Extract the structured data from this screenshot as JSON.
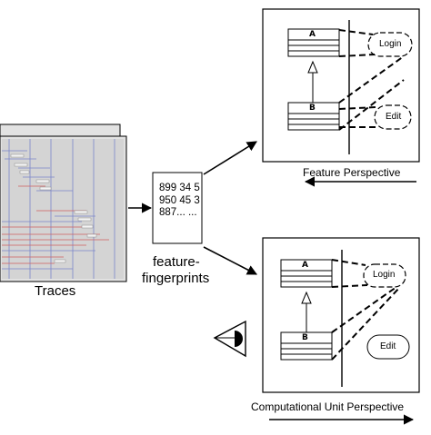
{
  "traces": {
    "label": "Traces"
  },
  "fingerprint": {
    "lines": [
      "899 34 5",
      "950 45 3",
      "887... ..."
    ],
    "label_line1": "feature-",
    "label_line2": "fingerprints"
  },
  "feature_perspective": {
    "class_a": "A",
    "class_b": "B",
    "feature_top": "Login",
    "feature_bottom": "Edit",
    "caption": "Feature Perspective"
  },
  "computational_perspective": {
    "class_a": "A",
    "class_b": "B",
    "unit_top": "Login",
    "unit_bottom": "Edit",
    "caption": "Computational Unit Perspective"
  },
  "colors": {
    "trace_bg": "#d8d8d8",
    "trace_blue": "#7b86c9",
    "trace_red": "#d06060",
    "stroke": "#000000"
  },
  "icons": {
    "viewer": "eye-icon"
  }
}
